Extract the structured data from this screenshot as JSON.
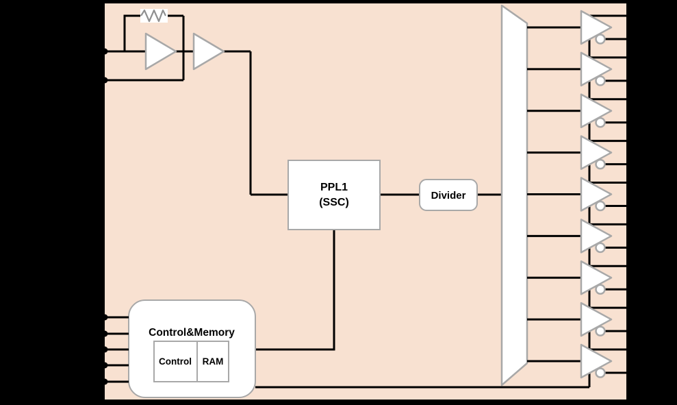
{
  "diagram": {
    "colors": {
      "background": "#000000",
      "canvas_fill": "#F8E1D1",
      "shape_fill": "#FFFFFF",
      "shape_border": "#A8A8A8",
      "wire": "#000000",
      "resistor_stroke": "#909090"
    },
    "blocks": {
      "pll": {
        "name_line1": "PPL1",
        "name_line2": "(SSC)"
      },
      "divider": {
        "label": "Divider"
      },
      "control_memory": {
        "title": "Control&Memory",
        "control_label": "Control",
        "ram_label": "RAM"
      }
    },
    "outputs": {
      "buffer_count": 9,
      "pins_per_buffer": 2
    },
    "inputs": {
      "crystal_pin_count": 2,
      "control_pin_count": 5
    }
  }
}
